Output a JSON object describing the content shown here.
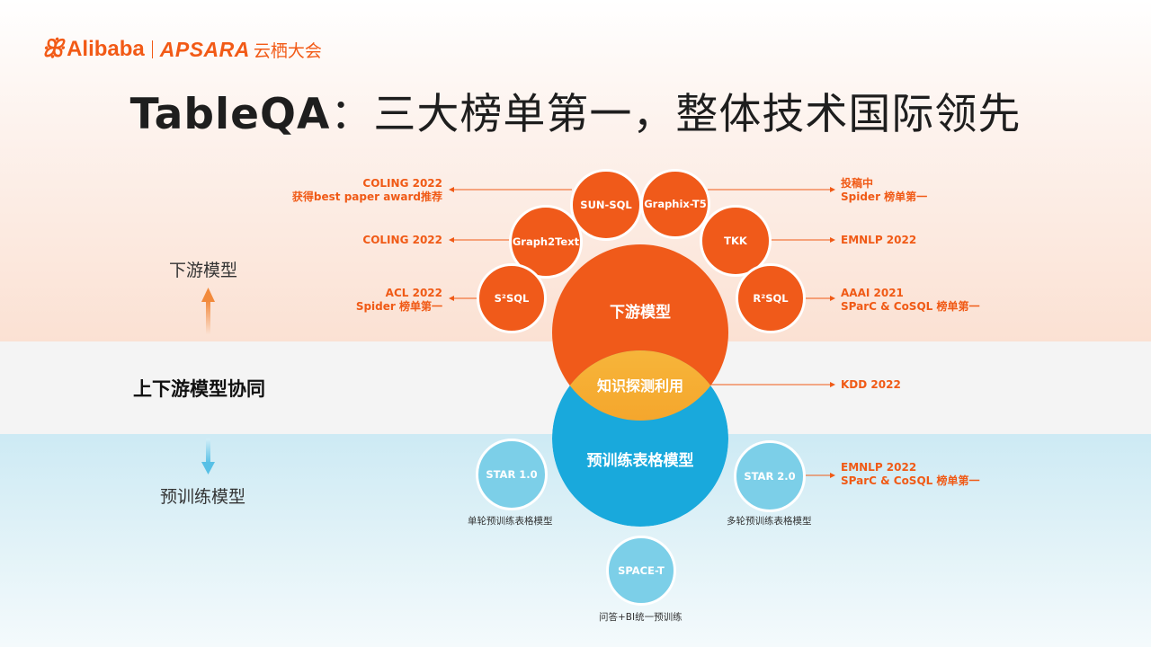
{
  "logo": {
    "mark": "ꕥ",
    "brand": "Alibaba",
    "product": "APSARA",
    "product_cn": "云栖大会"
  },
  "title": {
    "en": "TableQA",
    "cn": "：三大榜单第一，整体技术国际领先"
  },
  "side_labels": {
    "downstream": "下游模型",
    "collab": "上下游模型协同",
    "pretrain": "预训练模型"
  },
  "center": {
    "downstream": "下游模型",
    "knowledge": "知识探测利用",
    "pretrain": "预训练表格模型"
  },
  "models": {
    "sun_sql": "SUN-SQL",
    "graphix": "Graphix-T5",
    "graph2text": "Graph2Text",
    "tkk": "TKK",
    "s2sql": "S²SQL",
    "r2sql": "R²SQL",
    "star1": "STAR 1.0",
    "star2": "STAR 2.0",
    "space_t": "SPACE-T"
  },
  "annotations": {
    "sun_sql": [
      "COLING 2022",
      "获得best paper award推荐"
    ],
    "graphix": [
      "投稿中",
      "Spider 榜单第一"
    ],
    "graph2text": [
      "COLING 2022"
    ],
    "tkk": [
      "EMNLP 2022"
    ],
    "s2sql": [
      "ACL 2022",
      "Spider 榜单第一"
    ],
    "r2sql": [
      "AAAI 2021",
      "SParC & CoSQL 榜单第一"
    ],
    "knowledge": [
      "KDD 2022"
    ],
    "star2": [
      "EMNLP 2022",
      "SParC & CoSQL 榜单第一"
    ]
  },
  "captions": {
    "star1": "单轮预训练表格模型",
    "star2": "多轮预训练表格模型",
    "space_t": "问答+BI统一预训练"
  },
  "colors": {
    "orange": "#f05a1a",
    "blue": "#19a9dc",
    "light_blue": "#7ccfe8",
    "knowledge": "#f7a21c"
  }
}
